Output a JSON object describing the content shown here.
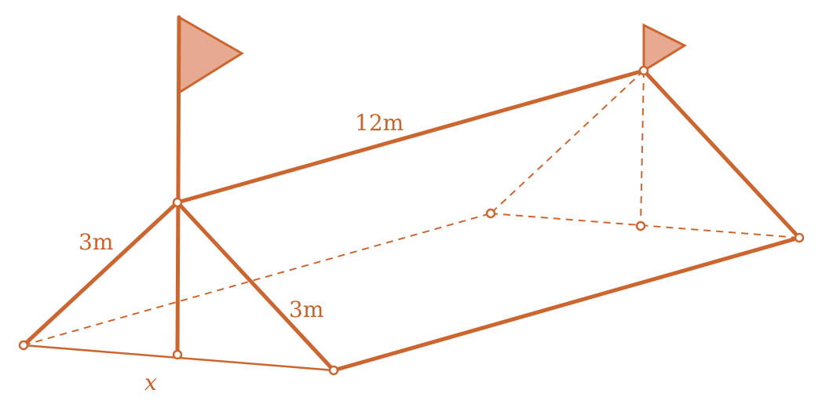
{
  "colors": {
    "stroke": "#cc6630",
    "flag_fill": "#e7a98f",
    "text": "#c8632a",
    "background": "#ffffff"
  },
  "labels": {
    "ridge_length": "12m",
    "left_slant_side": "3m",
    "right_slant_side": "3m",
    "half_base": "x"
  },
  "figure": {
    "kind": "triangular-prism-tent",
    "flags": 2
  }
}
